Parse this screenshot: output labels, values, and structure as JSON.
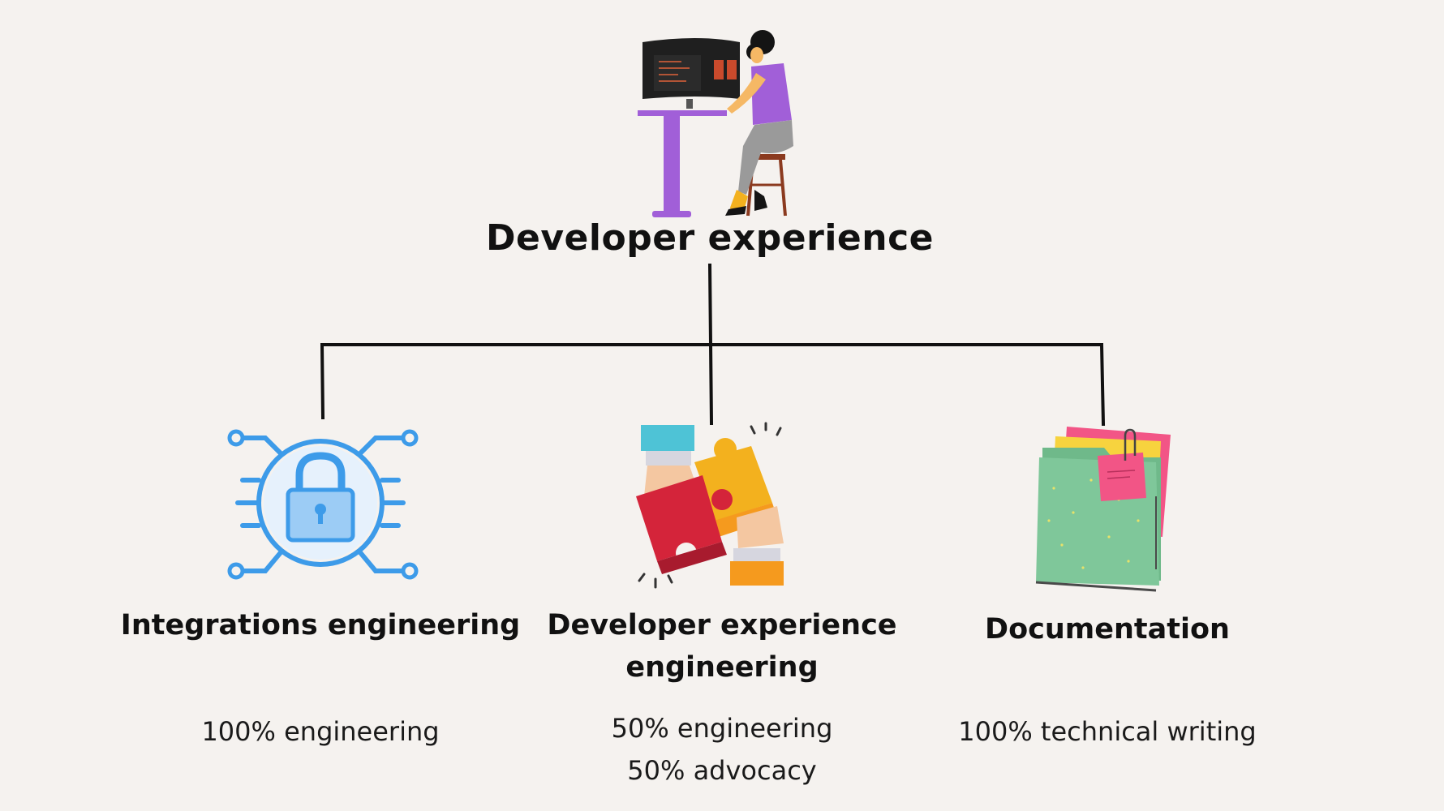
{
  "root": {
    "title": "Developer experience",
    "icon": "developer-at-desk-icon"
  },
  "children": [
    {
      "title_lines": [
        "Integrations engineering"
      ],
      "desc_lines": [
        "100% engineering"
      ],
      "icon": "padlock-circuit-icon"
    },
    {
      "title_lines": [
        "Developer experience",
        "engineering"
      ],
      "desc_lines": [
        "50% engineering",
        "50% advocacy"
      ],
      "icon": "puzzle-hands-icon"
    },
    {
      "title_lines": [
        "Documentation"
      ],
      "desc_lines": [
        "100% technical writing"
      ],
      "icon": "folder-notes-icon"
    }
  ],
  "colors": {
    "background": "#f5f2ef",
    "connector": "#111111",
    "lock_blue": "#3d9be9",
    "puzzle_red": "#d4243a",
    "puzzle_yellow": "#f3b11e",
    "folder_green": "#7fc79a",
    "note_pink": "#f25586"
  }
}
